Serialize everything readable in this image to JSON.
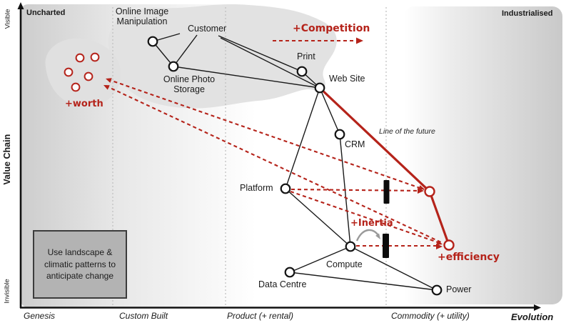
{
  "corners": {
    "top_left": "Uncharted",
    "top_right": "Industrialised"
  },
  "y_axis": {
    "title": "Value Chain",
    "top_label": "Visible",
    "bottom_label": "Invisible"
  },
  "x_axis": {
    "title": "Evolution",
    "stages": [
      "Genesis",
      "Custom Built",
      "Product (+ rental)",
      "Commodity (+ utility)"
    ]
  },
  "components": {
    "online_image_manipulation": {
      "label": "Online Image Manipulation"
    },
    "customer": {
      "label": "Customer"
    },
    "online_photo_storage": {
      "label": "Online Photo Storage"
    },
    "print": {
      "label": "Print"
    },
    "web_site": {
      "label": "Web Site"
    },
    "crm": {
      "label": "CRM"
    },
    "platform": {
      "label": "Platform"
    },
    "compute": {
      "label": "Compute"
    },
    "data_centre": {
      "label": "Data Centre"
    },
    "power": {
      "label": "Power"
    }
  },
  "annotations": {
    "worth": "+worth",
    "competition": "+Competition",
    "inertia": "+Inertia",
    "efficiency": "+efficiency",
    "line_of_future": "Line of the future"
  },
  "note_box": {
    "text": "Use landscape & climatic patterns to anticipate change"
  },
  "connections": [
    [
      "Customer",
      "Online Image Manipulation"
    ],
    [
      "Customer",
      "Online Photo Storage"
    ],
    [
      "Online Image Manipulation",
      "Online Photo Storage"
    ],
    [
      "Online Photo Storage",
      "Web Site"
    ],
    [
      "Customer",
      "Print"
    ],
    [
      "Customer",
      "Web Site"
    ],
    [
      "Print",
      "Web Site"
    ],
    [
      "Web Site",
      "CRM"
    ],
    [
      "Web Site",
      "Platform"
    ],
    [
      "CRM",
      "Compute"
    ],
    [
      "Platform",
      "Compute"
    ],
    [
      "Compute",
      "Data Centre"
    ],
    [
      "Compute",
      "Power"
    ],
    [
      "Data Centre",
      "Power"
    ]
  ],
  "figures": {
    "worth_cluster_circles": 5,
    "future_nodes": 2,
    "inertia_bars": 2
  },
  "colors": {
    "red": "#b5231a",
    "ink": "#1a1a1a",
    "blob": "#e2e2e2",
    "box_fill": "#b3b3b3"
  }
}
